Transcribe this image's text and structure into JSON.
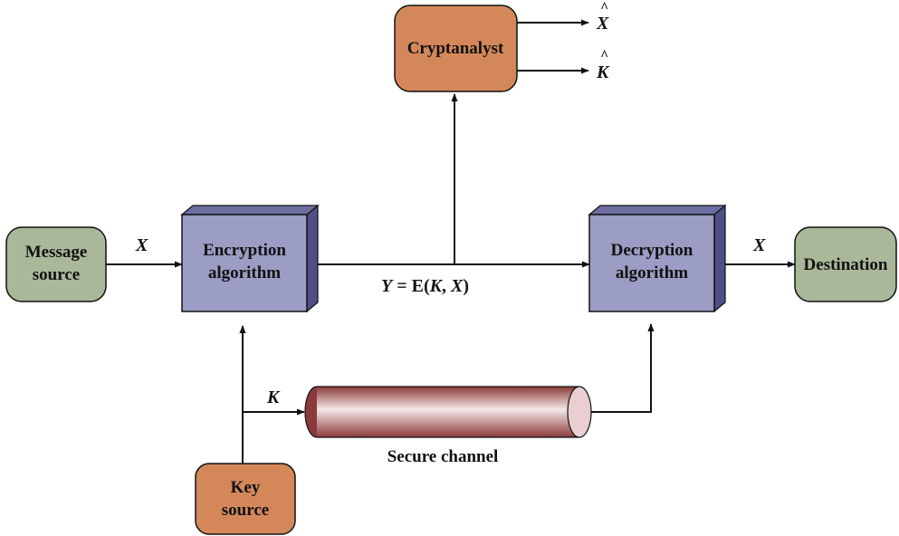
{
  "nodes": {
    "message_source": [
      "Message",
      "source"
    ],
    "encryption": [
      "Encryption",
      "algorithm"
    ],
    "decryption": [
      "Decryption",
      "algorithm"
    ],
    "destination": "Destination",
    "cryptanalyst": "Cryptanalyst",
    "key_source": [
      "Key",
      "source"
    ]
  },
  "labels": {
    "x_in": "X",
    "x_out": "X",
    "key": "K",
    "ciphertext_prefix": "Y = E(",
    "ciphertext_k": "K",
    "ciphertext_sep": ", ",
    "ciphertext_x": "X",
    "ciphertext_suffix": ")",
    "x_hat": "X",
    "k_hat": "K",
    "hat_mark": "^",
    "secure_channel": "Secure channel"
  },
  "colors": {
    "source_box": "#aab89a",
    "algorithm_front": "#9b9dc4",
    "algorithm_side": "#4e4f86",
    "orange_box": "#d4885a",
    "channel_dark": "#8a3a3a",
    "channel_light": "#f4e4e4",
    "line": "#111111"
  }
}
